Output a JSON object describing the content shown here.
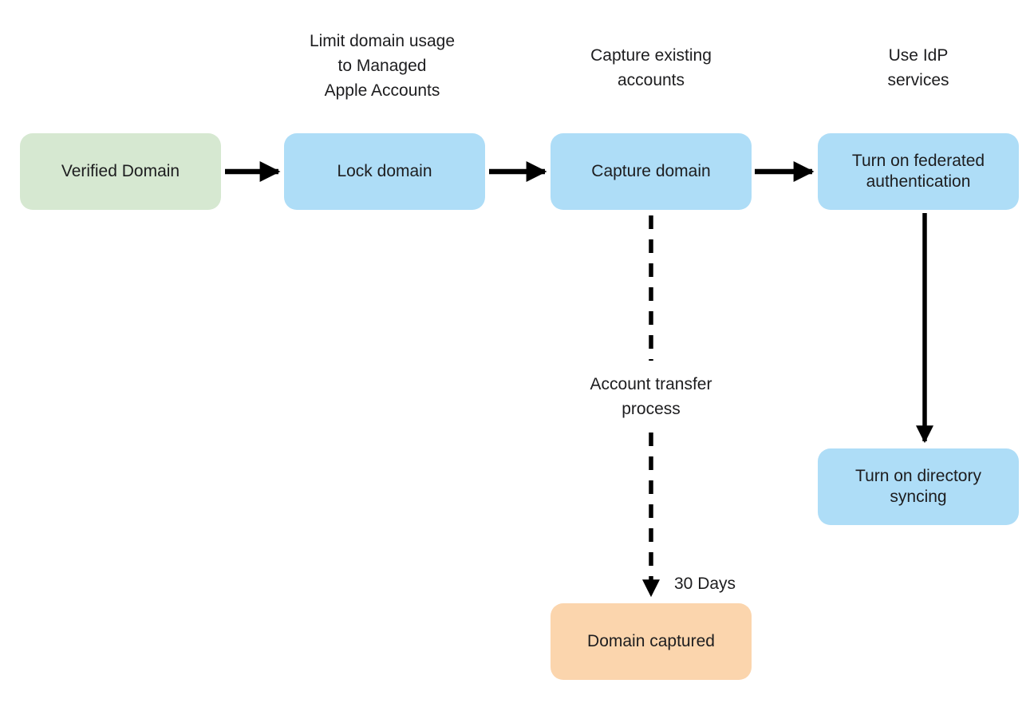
{
  "diagram": {
    "nodes": {
      "verified_domain": {
        "label": "Verified Domain"
      },
      "lock_domain": {
        "label": "Lock domain"
      },
      "capture_domain": {
        "label": "Capture domain"
      },
      "federated_authentication": {
        "label": "Turn on federated authentication"
      },
      "directory_syncing": {
        "label": "Turn on directory syncing"
      },
      "domain_captured": {
        "label": "Domain captured"
      }
    },
    "annotations": {
      "limit_domain_usage": {
        "lines": [
          "Limit domain usage",
          "to Managed",
          "Apple Accounts"
        ]
      },
      "capture_existing": {
        "lines": [
          "Capture existing",
          "accounts"
        ]
      },
      "use_idp": {
        "lines": [
          "Use IdP",
          "services"
        ]
      },
      "account_transfer": {
        "lines": [
          "Account transfer",
          "process"
        ]
      },
      "thirty_days": {
        "label": "30 Days"
      }
    },
    "colors": {
      "verified_domain_fill": "#d6e8d1",
      "process_fill": "#aeddf7",
      "captured_fill": "#fbd5ad",
      "arrow": "#000000",
      "text": "#1d1d1f",
      "background": "#ffffff"
    }
  }
}
